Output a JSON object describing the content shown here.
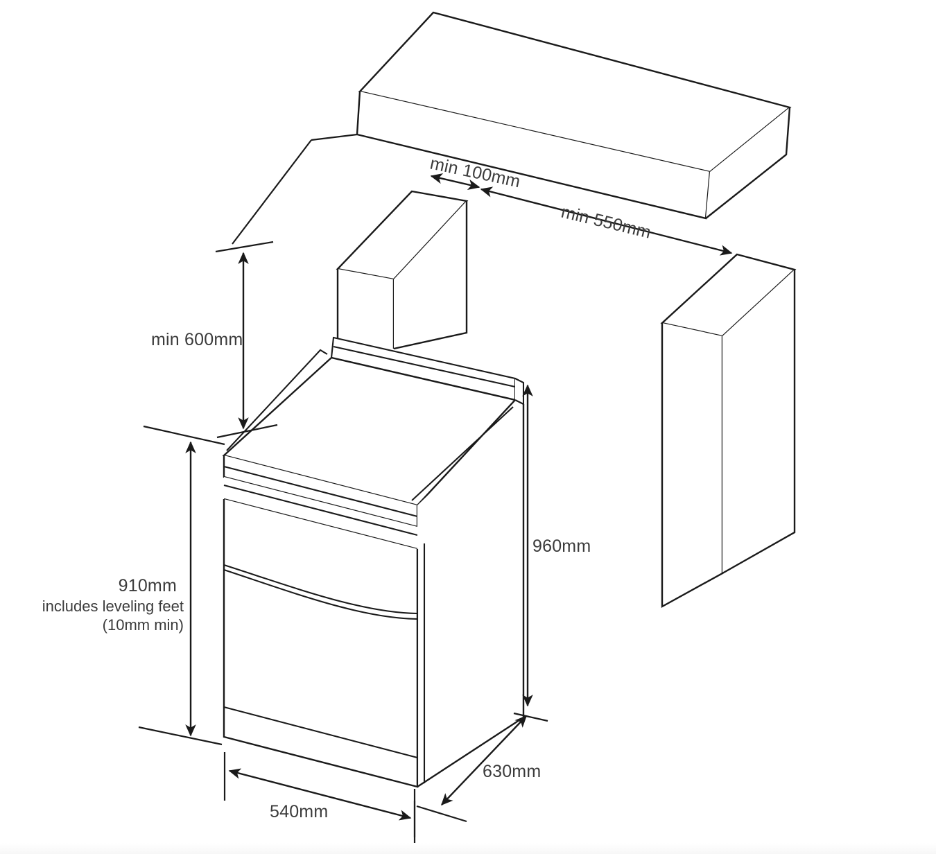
{
  "diagram": {
    "type": "isometric-installation-clearance-drawing",
    "subject": "freestanding-cooker-range",
    "units": "mm",
    "line_color": "#1a1a1a",
    "text_color": "#3b3b3b",
    "background_color": "#ffffff"
  },
  "dimensions": {
    "overhead_clearance_horizontal": {
      "label": "min 100mm",
      "value": 100,
      "prefix": "min",
      "unit": "mm",
      "arrow": "double"
    },
    "overhead_cabinet_depth": {
      "label": "min 550mm",
      "value": 550,
      "prefix": "min",
      "unit": "mm",
      "arrow": "double"
    },
    "cooktop_to_overhead": {
      "label": "min 600mm",
      "value": 600,
      "prefix": "min",
      "unit": "mm",
      "arrow": "double"
    },
    "total_height": {
      "label": "910mm",
      "value": 910,
      "unit": "mm",
      "note_line_1": "includes leveling feet",
      "note_line_2": "(10mm min)",
      "leveling_feet_min": 10,
      "arrow": "double"
    },
    "body_height": {
      "label": "960mm",
      "value": 960,
      "unit": "mm",
      "arrow": "double"
    },
    "width": {
      "label": "540mm",
      "value": 540,
      "unit": "mm",
      "arrow": "double"
    },
    "depth": {
      "label": "630mm",
      "value": 630,
      "unit": "mm",
      "arrow": "double"
    }
  },
  "objects": {
    "overhead_cabinet": {
      "name": "overhead-cabinet"
    },
    "side_cabinet": {
      "name": "side-cabinet"
    },
    "range": {
      "name": "freestanding-range",
      "parts": [
        "backguard-control-panel",
        "cooktop-surface",
        "control-strip",
        "oven-door",
        "oven-door-handle",
        "kick-plate"
      ]
    }
  }
}
